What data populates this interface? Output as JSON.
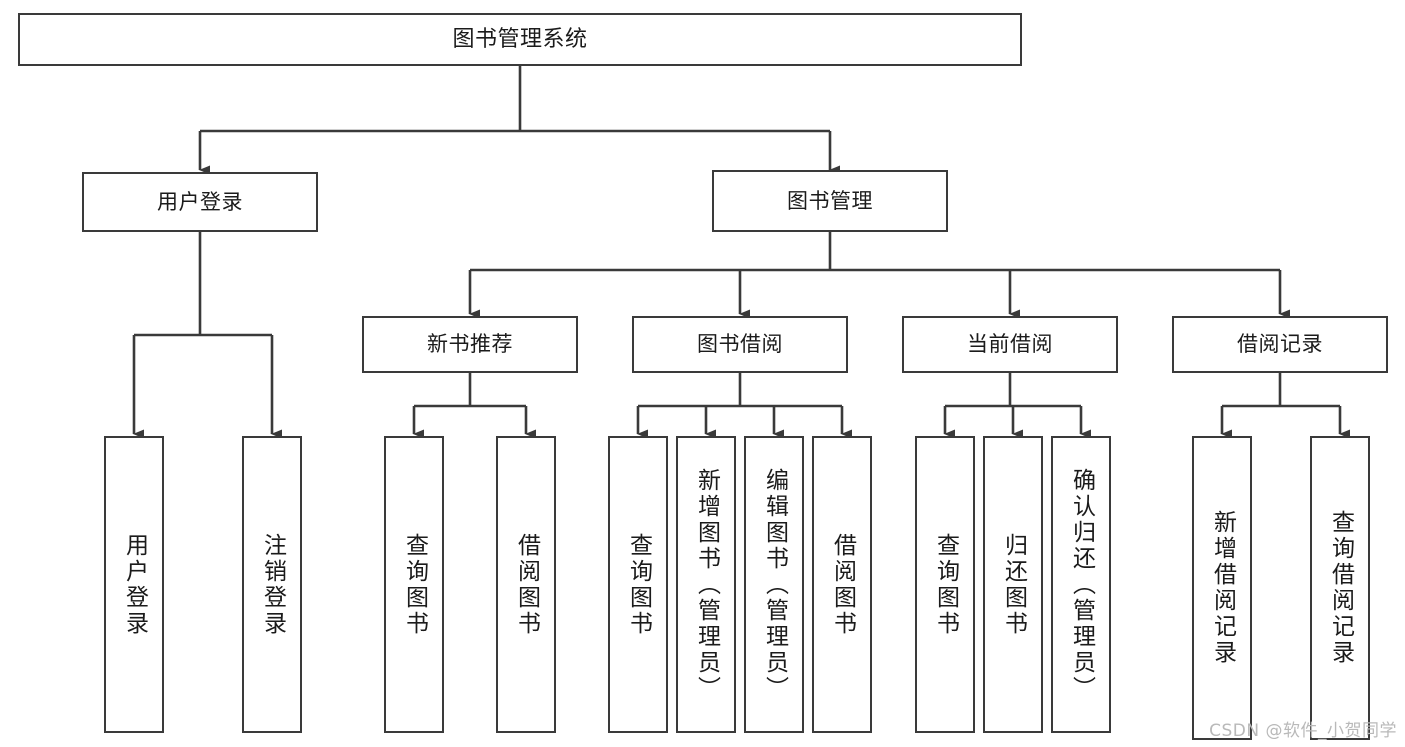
{
  "diagram": {
    "title": "图书管理系统",
    "type": "tree",
    "stroke_color": "#3a3a3a",
    "fill_color": "#ffffff",
    "background_color": "#ffffff",
    "watermark": "CSDN @软件_小贺同学"
  },
  "nodes": {
    "root": {
      "label": "图书管理系统"
    },
    "level2": [
      {
        "id": "user-login",
        "label": "用户登录"
      },
      {
        "id": "book-manage",
        "label": "图书管理"
      }
    ],
    "level3": [
      {
        "id": "new-book-recommend",
        "label": "新书推荐"
      },
      {
        "id": "book-borrow",
        "label": "图书借阅"
      },
      {
        "id": "current-borrow",
        "label": "当前借阅"
      },
      {
        "id": "borrow-record",
        "label": "借阅记录"
      }
    ],
    "leaves": {
      "user-login": [
        {
          "id": "leaf-user-login",
          "label": "用户登录"
        },
        {
          "id": "leaf-user-logout",
          "label": "注销登录"
        }
      ],
      "new-book-recommend": [
        {
          "id": "leaf-query-book-1",
          "label": "查询图书"
        },
        {
          "id": "leaf-borrow-book-1",
          "label": "借阅图书"
        }
      ],
      "book-borrow": [
        {
          "id": "leaf-query-book-2",
          "label": "查询图书"
        },
        {
          "id": "leaf-add-book",
          "label": "新增图书（管理员）"
        },
        {
          "id": "leaf-edit-book",
          "label": "编辑图书（管理员）"
        },
        {
          "id": "leaf-borrow-book-2",
          "label": "借阅图书"
        }
      ],
      "current-borrow": [
        {
          "id": "leaf-query-book-3",
          "label": "查询图书"
        },
        {
          "id": "leaf-return-book",
          "label": "归还图书"
        },
        {
          "id": "leaf-confirm-return",
          "label": "确认归还（管理员）"
        }
      ],
      "borrow-record": [
        {
          "id": "leaf-add-record",
          "label": "新增借阅记录"
        },
        {
          "id": "leaf-query-record",
          "label": "查询借阅记录"
        }
      ]
    }
  }
}
